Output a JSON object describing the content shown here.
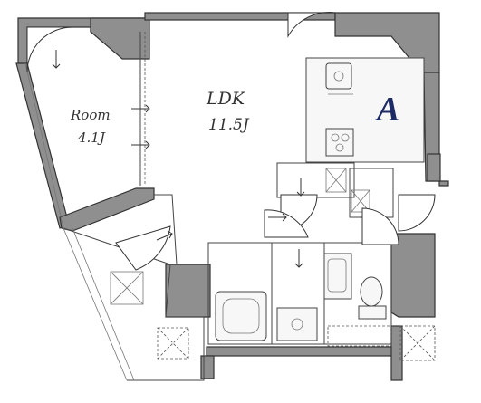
{
  "plan": {
    "type_label": "A",
    "rooms": [
      {
        "key": "ldk",
        "name": "LDK",
        "size": "11.5J"
      },
      {
        "key": "room",
        "name": "Room",
        "size": "4.1J"
      }
    ]
  }
}
